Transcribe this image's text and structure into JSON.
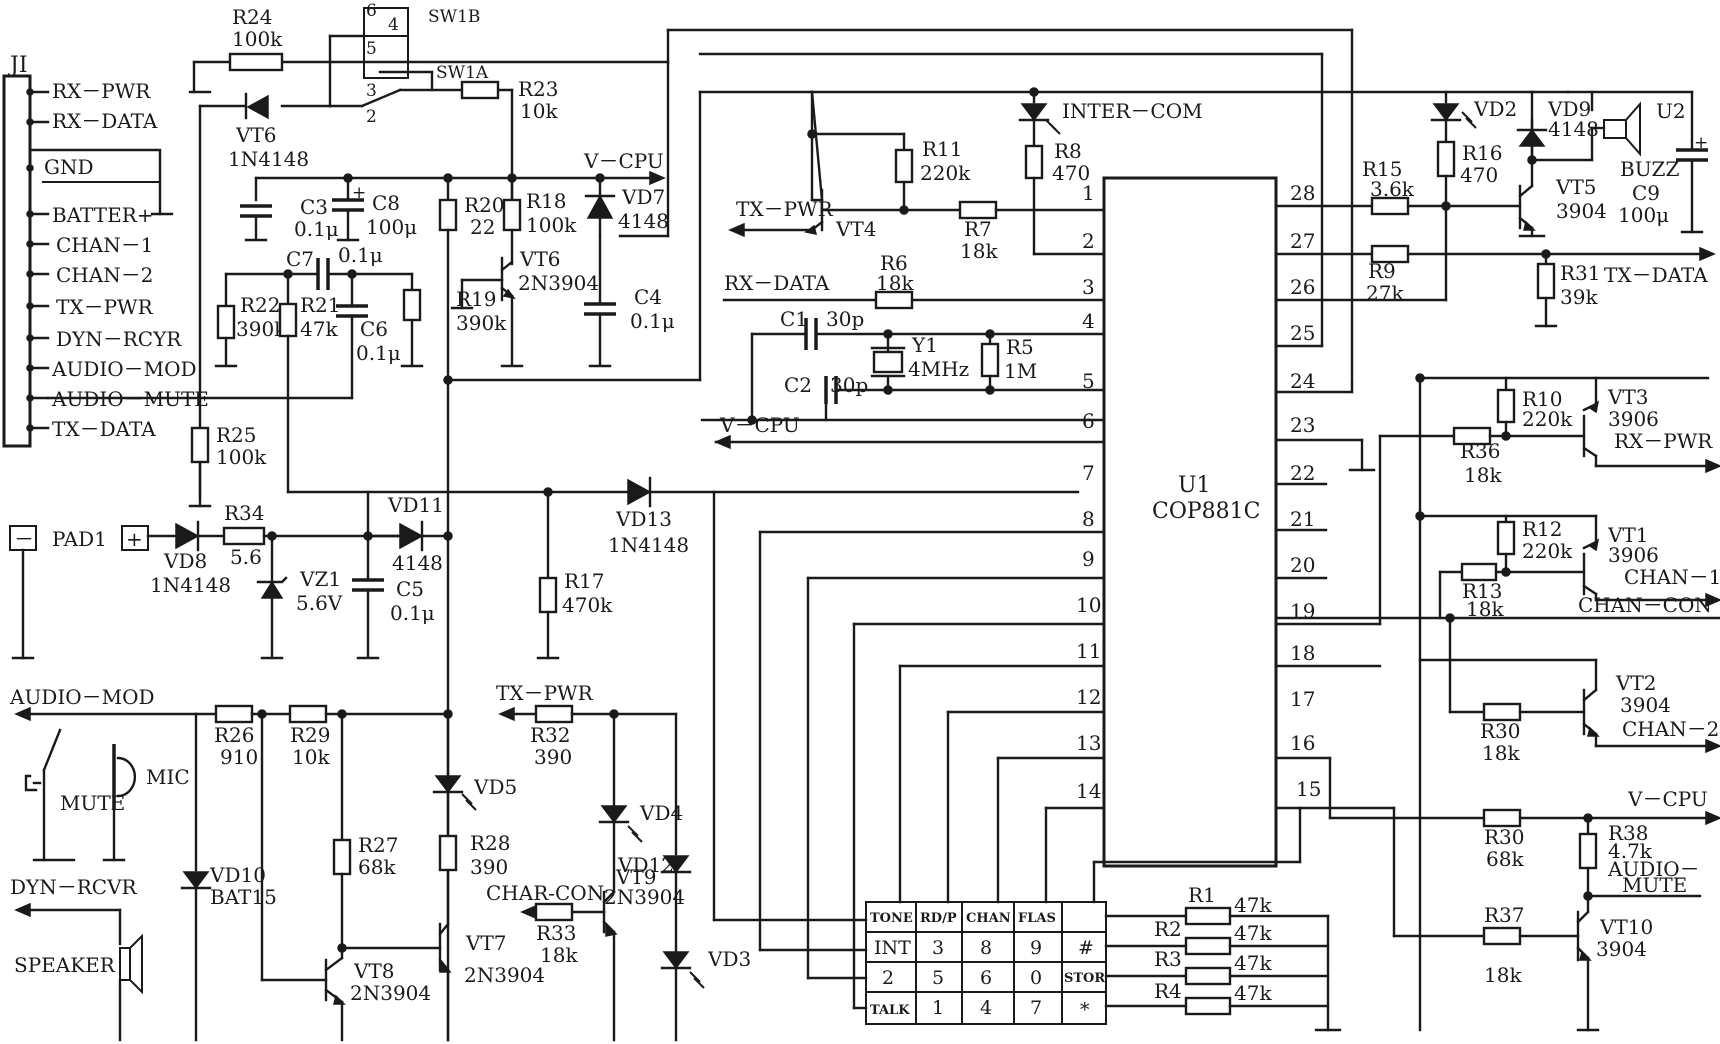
{
  "connector": {
    "ref": "JI",
    "pins": [
      "RX－PWR",
      "RX－DATA",
      "GND",
      "BATTER+",
      "CHAN－1",
      "CHAN－2",
      "TX－PWR",
      "DYN－RCYR",
      "AUDIO－MOD",
      "AUDIO－MUTE",
      "TX－DATA"
    ]
  },
  "ic": {
    "ref": "U1",
    "part": "COP881C",
    "left_pins": [
      "1",
      "2",
      "3",
      "4",
      "5",
      "6",
      "7",
      "8",
      "9",
      "10",
      "11",
      "12",
      "13",
      "14"
    ],
    "right_pins": [
      "28",
      "27",
      "26",
      "25",
      "24",
      "23",
      "22",
      "21",
      "20",
      "19",
      "18",
      "17",
      "16",
      "15"
    ]
  },
  "switches": {
    "sw1b": "SW1B",
    "sw1a": "SW1A",
    "sw1b_pins": [
      "6",
      "4",
      "5"
    ],
    "sw1a_pins": [
      "3",
      "2"
    ]
  },
  "resistors": {
    "r24": {
      "ref": "R24",
      "val": "100k"
    },
    "r23": {
      "ref": "R23",
      "val": "10k"
    },
    "r20": {
      "ref": "R20",
      "val": "22"
    },
    "r18": {
      "ref": "R18",
      "val": "100k"
    },
    "r22": {
      "ref": "R22",
      "val": "390k"
    },
    "r21": {
      "ref": "R21",
      "val": "47k"
    },
    "r19": {
      "ref": "R19",
      "val": "390k"
    },
    "r25": {
      "ref": "R25",
      "val": "100k"
    },
    "r34": {
      "ref": "R34",
      "val": "5.6"
    },
    "r17": {
      "ref": "R17",
      "val": "470k"
    },
    "r11": {
      "ref": "R11",
      "val": "220k"
    },
    "r7": {
      "ref": "R7",
      "val": "18k"
    },
    "r8": {
      "ref": "R8",
      "val": "470"
    },
    "r6": {
      "ref": "R6",
      "val": "18k"
    },
    "r5": {
      "ref": "R5",
      "val": "1M"
    },
    "r15": {
      "ref": "R15",
      "val": "3.6k"
    },
    "r16": {
      "ref": "R16",
      "val": "470"
    },
    "r9": {
      "ref": "R9",
      "val": "27k"
    },
    "r31": {
      "ref": "R31",
      "val": "39k"
    },
    "r10": {
      "ref": "R10",
      "val": "220k"
    },
    "r36": {
      "ref": "R36",
      "val": "18k"
    },
    "r12": {
      "ref": "R12",
      "val": "220k"
    },
    "r13": {
      "ref": "R13",
      "val": "18k"
    },
    "r30a": {
      "ref": "R30",
      "val": "18k"
    },
    "r30b": {
      "ref": "R30",
      "val": "68k"
    },
    "r38": {
      "ref": "R38",
      "val": "4.7k"
    },
    "r37": {
      "ref": "R37",
      "val": "18k"
    },
    "r26": {
      "ref": "R26",
      "val": "910"
    },
    "r29": {
      "ref": "R29",
      "val": "10k"
    },
    "r27": {
      "ref": "R27",
      "val": "68k"
    },
    "r28": {
      "ref": "R28",
      "val": "390"
    },
    "r32": {
      "ref": "R32",
      "val": "390"
    },
    "r33": {
      "ref": "R33",
      "val": "18k"
    },
    "r1": {
      "ref": "R1",
      "val": "47k"
    },
    "r2": {
      "ref": "R2",
      "val": "47k"
    },
    "r3": {
      "ref": "R3",
      "val": "47k"
    },
    "r4": {
      "ref": "R4",
      "val": "47k"
    }
  },
  "capacitors": {
    "c3": {
      "ref": "C3",
      "val": "0.1μ"
    },
    "c8": {
      "ref": "C8",
      "val": "100μ"
    },
    "c7": {
      "ref": "C7",
      "val": "0.1μ"
    },
    "c6": {
      "ref": "C6",
      "val": "0.1μ"
    },
    "c4": {
      "ref": "C4",
      "val": "0.1μ"
    },
    "c5": {
      "ref": "C5",
      "val": "0.1μ"
    },
    "c1": {
      "ref": "C1",
      "val": "30p"
    },
    "c2": {
      "ref": "C2",
      "val": "30p"
    },
    "c9": {
      "ref": "C9",
      "val": "100μ"
    }
  },
  "diodes": {
    "vt6d": {
      "ref": "VT6",
      "val": "1N4148"
    },
    "vd7": {
      "ref": "VD7",
      "val": "4148"
    },
    "vd8": {
      "ref": "VD8",
      "val": "1N4148"
    },
    "vz1": {
      "ref": "VZ1",
      "val": "5.6V"
    },
    "vd11": {
      "ref": "VD11",
      "val": "4148"
    },
    "vd13": {
      "ref": "VD13",
      "val": "1N4148"
    },
    "vd10": {
      "ref": "VD10",
      "val": "BAT15"
    },
    "vd9": {
      "ref": "VD9",
      "val": "4148"
    },
    "inter_com": "INTER－COM",
    "vd2": "VD2",
    "vd5": "VD5",
    "vd4": "VD4",
    "vd12": "VD12",
    "vd3": "VD3"
  },
  "transistors": {
    "vt6": {
      "ref": "VT6",
      "val": "2N3904"
    },
    "vt4": {
      "ref": "VT4"
    },
    "vt5": {
      "ref": "VT5",
      "val": "3904"
    },
    "vt3": {
      "ref": "VT3",
      "val": "3906"
    },
    "vt1": {
      "ref": "VT1",
      "val": "3906"
    },
    "vt2": {
      "ref": "VT2",
      "val": "3904"
    },
    "vt10": {
      "ref": "VT10",
      "val": "3904"
    },
    "vt8": {
      "ref": "VT8",
      "val": "2N3904"
    },
    "vt7": {
      "ref": "VT7",
      "val": "2N3904"
    },
    "vt9": {
      "ref": "VT9",
      "val": "2N3904"
    }
  },
  "crystal": {
    "ref": "Y1",
    "val": "4MHz"
  },
  "buzzer": {
    "ref": "U2",
    "val": "BUZZ"
  },
  "pad": {
    "ref": "PAD1",
    "minus": "－",
    "plus": "+"
  },
  "nets": {
    "v_cpu": "V－CPU",
    "tx_pwr": "TX－PWR",
    "rx_data": "RX－DATA",
    "tx_data": "TX－DATA",
    "rx_pwr": "RX－PWR",
    "chan_1": "CHAN－1",
    "chan_con": "CHAN－CON",
    "chan_2": "CHAN－2",
    "audio_mute": "AUDIO－",
    "audio_mute2": "MUTE",
    "audio_mod": "AUDIO－MOD",
    "dyn_rcvr": "DYN－RCVR",
    "char_con": "CHAR-CON"
  },
  "misc": {
    "mute": "MUTE",
    "mic": "MIC",
    "speaker": "SPEAKER"
  },
  "keypad": {
    "rows": [
      [
        "TONE",
        "RD/P",
        "CHAN",
        "FLAS",
        ""
      ],
      [
        "INT",
        "3",
        "8",
        "9",
        "#"
      ],
      [
        "2",
        "5",
        "6",
        "0",
        "STOR"
      ],
      [
        "TALK",
        "1",
        "4",
        "7",
        "*"
      ]
    ]
  }
}
